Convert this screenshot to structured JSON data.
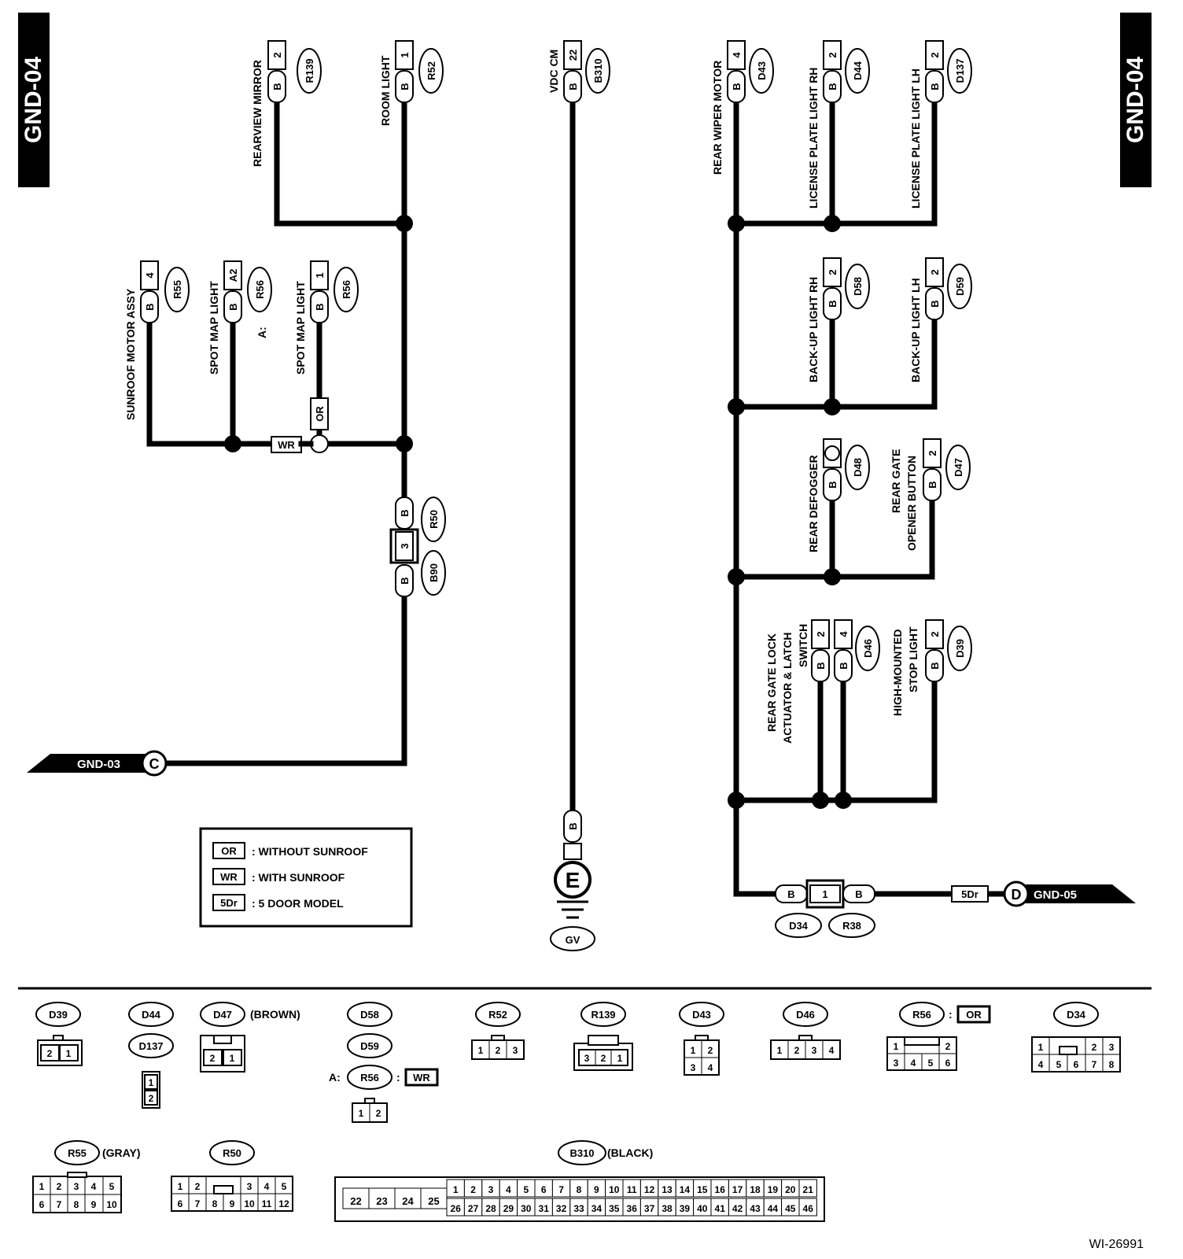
{
  "page_tag": "GND-04",
  "drawing_id": "WI-26991",
  "components": {
    "rearview_mirror": {
      "label": "REARVIEW MIRROR",
      "pin": "2",
      "wire": "B",
      "conn": "R139"
    },
    "room_light": {
      "label": "ROOM LIGHT",
      "pin": "1",
      "wire": "B",
      "conn": "R52"
    },
    "vdc_cm": {
      "label": "VDC CM",
      "pin": "22",
      "wire": "B",
      "conn": "B310"
    },
    "rear_wiper_motor": {
      "label": "REAR WIPER MOTOR",
      "pin": "4",
      "wire": "B",
      "conn": "D43"
    },
    "license_rh": {
      "label": "LICENSE PLATE LIGHT RH",
      "pin": "2",
      "wire": "B",
      "conn": "D44"
    },
    "license_lh": {
      "label": "LICENSE PLATE LIGHT LH",
      "pin": "2",
      "wire": "B",
      "conn": "D137"
    },
    "sunroof_motor": {
      "label": "SUNROOF MOTOR ASSY",
      "pin": "4",
      "wire": "B",
      "conn": "R55"
    },
    "spot_map_a": {
      "label": "SPOT MAP LIGHT",
      "prefix": "A:",
      "pin": "A2",
      "wire": "B",
      "conn": "R56"
    },
    "spot_map": {
      "label": "SPOT MAP LIGHT",
      "pin": "1",
      "wire": "B",
      "conn": "R56",
      "variant": "OR"
    },
    "backup_rh": {
      "label": "BACK-UP LIGHT RH",
      "pin": "2",
      "wire": "B",
      "conn": "D58"
    },
    "backup_lh": {
      "label": "BACK-UP LIGHT LH",
      "pin": "2",
      "wire": "B",
      "conn": "D59"
    },
    "rear_defogger": {
      "label": "REAR DEFOGGER",
      "wire": "B",
      "conn": "D48"
    },
    "rear_gate_opener": {
      "label1": "REAR GATE",
      "label2": "OPENER BUTTON",
      "pin": "2",
      "wire": "B",
      "conn": "D47"
    },
    "rear_gate_lock": {
      "label1": "REAR GATE LOCK",
      "label2": "ACTUATOR & LATCH",
      "label3": "SWITCH",
      "pin1": "2",
      "pin2": "4",
      "wire": "B",
      "conn": "D46"
    },
    "high_mounted": {
      "label1": "HIGH-MOUNTED",
      "label2": "STOP LIGHT",
      "pin": "2",
      "wire": "B",
      "conn": "D39"
    },
    "wr_tag": "WR",
    "joint_r50": {
      "conn": "R50",
      "pin": "3",
      "wire": "B"
    },
    "joint_b90": {
      "conn": "B90",
      "wire": "B"
    },
    "gnd03": {
      "label": "GND-03",
      "letter": "C"
    },
    "gnd05": {
      "label": "GND-05",
      "letter": "D",
      "tag": "5Dr"
    },
    "ground": {
      "letter": "E",
      "wire": "B",
      "conn": "GV"
    },
    "d34_r38": {
      "left": "D34",
      "right": "R38",
      "pin": "1",
      "wire": "B"
    }
  },
  "legend": [
    {
      "code": "OR",
      "text": ": WITHOUT SUNROOF"
    },
    {
      "code": "WR",
      "text": ": WITH SUNROOF"
    },
    {
      "code": "5Dr",
      "text": ": 5 DOOR MODEL"
    }
  ],
  "connectors": {
    "d39": {
      "name": "D39",
      "pins": [
        "2",
        "1"
      ]
    },
    "d44": {
      "name": "D44"
    },
    "d137": {
      "name": "D137",
      "pins": [
        "1",
        "2"
      ]
    },
    "d47": {
      "name": "D47",
      "note": "(BROWN)",
      "pins": [
        "2",
        "1"
      ]
    },
    "d58": {
      "name": "D58"
    },
    "d59": {
      "name": "D59"
    },
    "r56a": {
      "prefix": "A:",
      "name": "R56",
      "sep": ":",
      "variant": "WR",
      "pins": [
        "1",
        "2"
      ]
    },
    "r52": {
      "name": "R52",
      "pins": [
        "1",
        "2",
        "3"
      ]
    },
    "r139": {
      "name": "R139",
      "pins": [
        "3",
        "2",
        "1"
      ]
    },
    "d43": {
      "name": "D43",
      "pins": [
        "1",
        "2",
        "3",
        "4"
      ]
    },
    "d46": {
      "name": "D46",
      "pins": [
        "1",
        "2",
        "3",
        "4"
      ]
    },
    "r56": {
      "name": "R56",
      "sep": ":",
      "variant": "OR",
      "pins": [
        "1",
        "2",
        "3",
        "4",
        "5",
        "6"
      ]
    },
    "d34": {
      "name": "D34",
      "pins": [
        "1",
        "2",
        "3",
        "4",
        "5",
        "6",
        "7",
        "8"
      ]
    },
    "r55": {
      "name": "R55",
      "note": "(GRAY)",
      "pins": [
        "1",
        "2",
        "3",
        "4",
        "5",
        "6",
        "7",
        "8",
        "9",
        "10"
      ]
    },
    "r50": {
      "name": "R50",
      "pins": [
        "1",
        "2",
        "3",
        "4",
        "5",
        "6",
        "7",
        "8",
        "9",
        "10",
        "11",
        "12"
      ]
    },
    "b310": {
      "name": "B310",
      "note": "(BLACK)",
      "left": [
        "22",
        "23",
        "24",
        "25"
      ],
      "top": [
        "1",
        "2",
        "3",
        "4",
        "5",
        "6",
        "7",
        "8",
        "9",
        "10",
        "11",
        "12",
        "13",
        "14",
        "15",
        "16",
        "17",
        "18",
        "19",
        "20",
        "21"
      ],
      "bottom": [
        "26",
        "27",
        "28",
        "29",
        "30",
        "31",
        "32",
        "33",
        "34",
        "35",
        "36",
        "37",
        "38",
        "39",
        "40",
        "41",
        "42",
        "43",
        "44",
        "45",
        "46"
      ]
    }
  }
}
